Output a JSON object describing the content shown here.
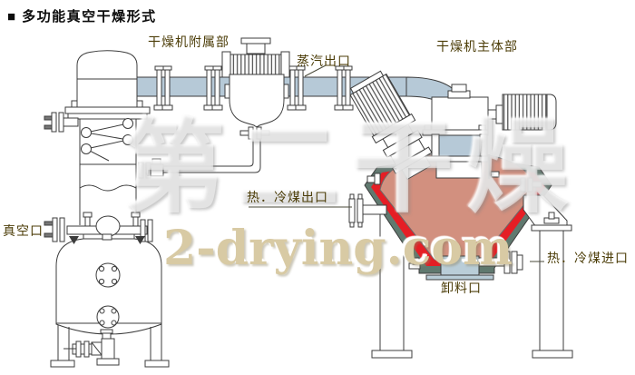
{
  "title": {
    "marker": "■",
    "text": "多功能真空干燥形式"
  },
  "labels": {
    "aux_section": "干燥机附属部",
    "steam_outlet": "蒸汽出口",
    "main_section": "干燥机主体部",
    "vacuum_port": "真空口",
    "medium_outlet": "热．冷煤出口",
    "medium_inlet": "热．冷煤进口",
    "discharge_port": "卸料口"
  },
  "watermark": {
    "cjk": "第二干燥",
    "domain": "2-drying.com"
  },
  "colors": {
    "pipe": "#b6c9d7",
    "interior": "#d2907f",
    "lining": "#e51e25",
    "jacket": "#60796f",
    "discharge": "#b9cdd8",
    "label": "#4c3d08",
    "line": "#3c3c3c"
  }
}
